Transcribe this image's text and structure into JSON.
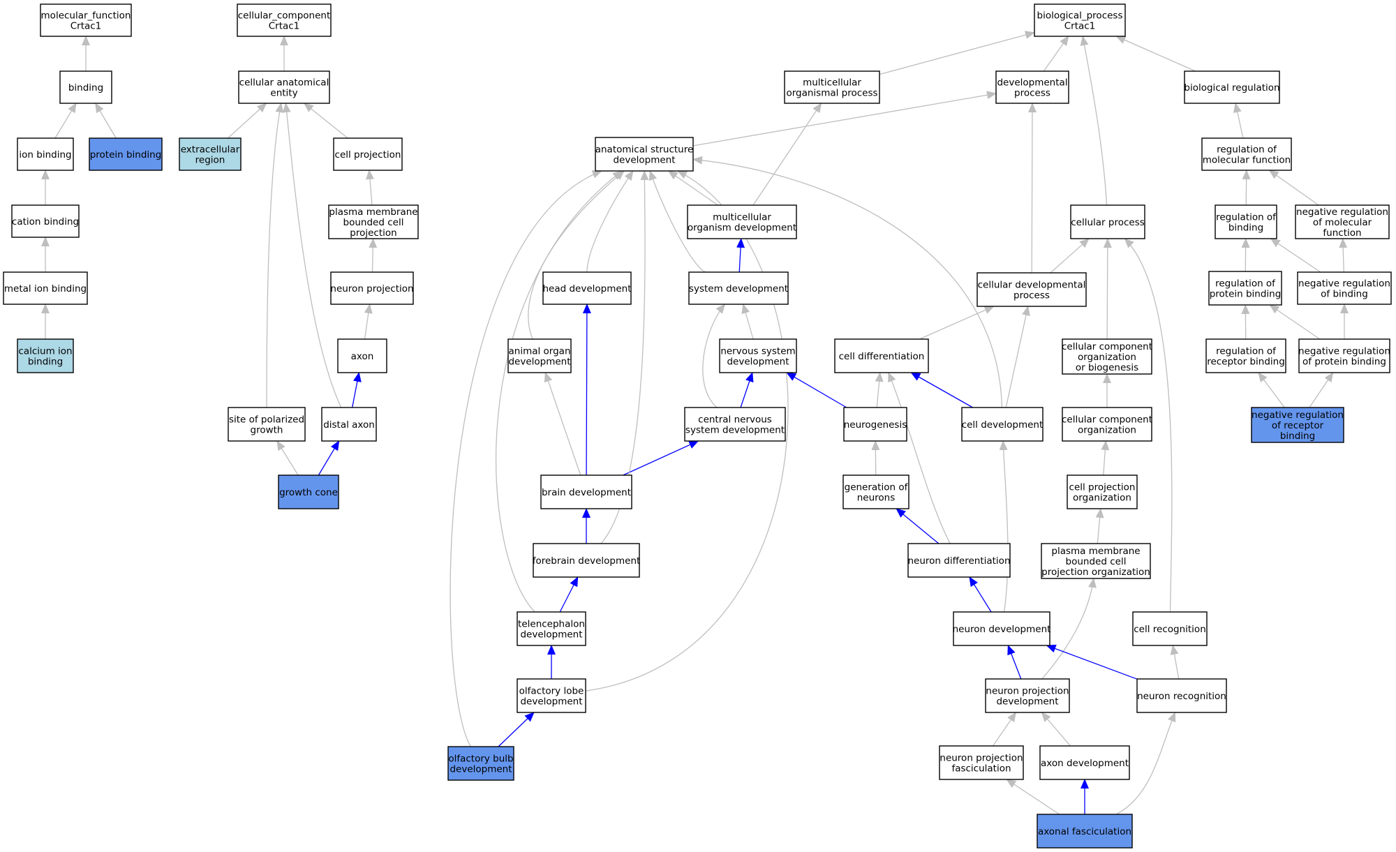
{
  "colors": {
    "plain": "#ffffff",
    "selected": "#6495ed",
    "related": "#add8e6",
    "edge_default": "#bebebe",
    "edge_highlight": "#0000ff"
  },
  "nodes": [
    {
      "id": "molecular_function",
      "lines": [
        "molecular_function",
        "Crtac1"
      ],
      "fill": "plain"
    },
    {
      "id": "binding",
      "lines": [
        "binding"
      ],
      "fill": "plain"
    },
    {
      "id": "ion_binding",
      "lines": [
        "ion binding"
      ],
      "fill": "plain"
    },
    {
      "id": "protein_binding",
      "lines": [
        "protein binding"
      ],
      "fill": "selected"
    },
    {
      "id": "cation_binding",
      "lines": [
        "cation binding"
      ],
      "fill": "plain"
    },
    {
      "id": "metal_ion_binding",
      "lines": [
        "metal ion binding"
      ],
      "fill": "plain"
    },
    {
      "id": "calcium_ion_binding",
      "lines": [
        "calcium ion",
        "binding"
      ],
      "fill": "related"
    },
    {
      "id": "cellular_component",
      "lines": [
        "cellular_component",
        "Crtac1"
      ],
      "fill": "plain"
    },
    {
      "id": "cellular_anatomical_entity",
      "lines": [
        "cellular anatomical",
        "entity"
      ],
      "fill": "plain"
    },
    {
      "id": "extracellular_region",
      "lines": [
        "extracellular",
        "region"
      ],
      "fill": "related"
    },
    {
      "id": "cell_projection",
      "lines": [
        "cell projection"
      ],
      "fill": "plain"
    },
    {
      "id": "pm_bounded_cell_projection",
      "lines": [
        "plasma membrane",
        "bounded cell",
        "projection"
      ],
      "fill": "plain"
    },
    {
      "id": "neuron_projection",
      "lines": [
        "neuron projection"
      ],
      "fill": "plain"
    },
    {
      "id": "axon",
      "lines": [
        "axon"
      ],
      "fill": "plain"
    },
    {
      "id": "site_of_polarized_growth",
      "lines": [
        "site of polarized",
        "growth"
      ],
      "fill": "plain"
    },
    {
      "id": "distal_axon",
      "lines": [
        "distal axon"
      ],
      "fill": "plain"
    },
    {
      "id": "growth_cone",
      "lines": [
        "growth cone"
      ],
      "fill": "selected"
    },
    {
      "id": "biological_process",
      "lines": [
        "biological_process",
        "Crtac1"
      ],
      "fill": "plain"
    },
    {
      "id": "multicellular_organismal_process",
      "lines": [
        "multicellular",
        "organismal process"
      ],
      "fill": "plain"
    },
    {
      "id": "developmental_process",
      "lines": [
        "developmental",
        "process"
      ],
      "fill": "plain"
    },
    {
      "id": "biological_regulation",
      "lines": [
        "biological regulation"
      ],
      "fill": "plain"
    },
    {
      "id": "anatomical_structure_development",
      "lines": [
        "anatomical structure",
        "development"
      ],
      "fill": "plain"
    },
    {
      "id": "regulation_of_molecular_function",
      "lines": [
        "regulation of",
        "molecular function"
      ],
      "fill": "plain"
    },
    {
      "id": "multicellular_organism_development",
      "lines": [
        "multicellular",
        "organism development"
      ],
      "fill": "plain"
    },
    {
      "id": "cellular_process",
      "lines": [
        "cellular process"
      ],
      "fill": "plain"
    },
    {
      "id": "regulation_of_binding",
      "lines": [
        "regulation of",
        "binding"
      ],
      "fill": "plain"
    },
    {
      "id": "negative_regulation_of_molecular_function",
      "lines": [
        "negative regulation",
        "of molecular",
        "function"
      ],
      "fill": "plain"
    },
    {
      "id": "head_development",
      "lines": [
        "head development"
      ],
      "fill": "plain"
    },
    {
      "id": "system_development",
      "lines": [
        "system development"
      ],
      "fill": "plain"
    },
    {
      "id": "cellular_developmental_process",
      "lines": [
        "cellular developmental",
        "process"
      ],
      "fill": "plain"
    },
    {
      "id": "regulation_of_protein_binding",
      "lines": [
        "regulation of",
        "protein binding"
      ],
      "fill": "plain"
    },
    {
      "id": "negative_regulation_of_binding",
      "lines": [
        "negative regulation",
        "of binding"
      ],
      "fill": "plain"
    },
    {
      "id": "animal_organ_development",
      "lines": [
        "animal organ",
        "development"
      ],
      "fill": "plain"
    },
    {
      "id": "nervous_system_development",
      "lines": [
        "nervous system",
        "development"
      ],
      "fill": "plain"
    },
    {
      "id": "cell_differentiation",
      "lines": [
        "cell differentiation"
      ],
      "fill": "plain"
    },
    {
      "id": "cellular_component_organization_or_biogenesis",
      "lines": [
        "cellular component",
        "organization",
        "or biogenesis"
      ],
      "fill": "plain"
    },
    {
      "id": "regulation_of_receptor_binding",
      "lines": [
        "regulation of",
        "receptor binding"
      ],
      "fill": "plain"
    },
    {
      "id": "negative_regulation_of_protein_binding",
      "lines": [
        "negative regulation",
        "of protein binding"
      ],
      "fill": "plain"
    },
    {
      "id": "central_nervous_system_development",
      "lines": [
        "central nervous",
        "system development"
      ],
      "fill": "plain"
    },
    {
      "id": "neurogenesis",
      "lines": [
        "neurogenesis"
      ],
      "fill": "plain"
    },
    {
      "id": "cell_development",
      "lines": [
        "cell development"
      ],
      "fill": "plain"
    },
    {
      "id": "cellular_component_organization",
      "lines": [
        "cellular component",
        "organization"
      ],
      "fill": "plain"
    },
    {
      "id": "negative_regulation_of_receptor_binding",
      "lines": [
        "negative regulation",
        "of receptor",
        "binding"
      ],
      "fill": "selected"
    },
    {
      "id": "brain_development",
      "lines": [
        "brain development"
      ],
      "fill": "plain"
    },
    {
      "id": "generation_of_neurons",
      "lines": [
        "generation of",
        "neurons"
      ],
      "fill": "plain"
    },
    {
      "id": "cell_projection_organization",
      "lines": [
        "cell projection",
        "organization"
      ],
      "fill": "plain"
    },
    {
      "id": "forebrain_development",
      "lines": [
        "forebrain development"
      ],
      "fill": "plain"
    },
    {
      "id": "neuron_differentiation",
      "lines": [
        "neuron differentiation"
      ],
      "fill": "plain"
    },
    {
      "id": "pm_bounded_cell_projection_organization",
      "lines": [
        "plasma membrane",
        "bounded cell",
        "projection organization"
      ],
      "fill": "plain"
    },
    {
      "id": "telencephalon_development",
      "lines": [
        "telencephalon",
        "development"
      ],
      "fill": "plain"
    },
    {
      "id": "neuron_development",
      "lines": [
        "neuron development"
      ],
      "fill": "plain"
    },
    {
      "id": "cell_recognition",
      "lines": [
        "cell recognition"
      ],
      "fill": "plain"
    },
    {
      "id": "olfactory_lobe_development",
      "lines": [
        "olfactory lobe",
        "development"
      ],
      "fill": "plain"
    },
    {
      "id": "neuron_projection_development",
      "lines": [
        "neuron projection",
        "development"
      ],
      "fill": "plain"
    },
    {
      "id": "neuron_recognition",
      "lines": [
        "neuron recognition"
      ],
      "fill": "plain"
    },
    {
      "id": "olfactory_bulb_development",
      "lines": [
        "olfactory bulb",
        "development"
      ],
      "fill": "selected"
    },
    {
      "id": "neuron_projection_fasciculation",
      "lines": [
        "neuron projection",
        "fasciculation"
      ],
      "fill": "plain"
    },
    {
      "id": "axon_development",
      "lines": [
        "axon development"
      ],
      "fill": "plain"
    },
    {
      "id": "axonal_fasciculation",
      "lines": [
        "axonal fasciculation"
      ],
      "fill": "selected"
    }
  ],
  "edges": [
    {
      "from": "binding",
      "to": "molecular_function",
      "highlight": false
    },
    {
      "from": "ion_binding",
      "to": "binding",
      "highlight": false
    },
    {
      "from": "protein_binding",
      "to": "binding",
      "highlight": false
    },
    {
      "from": "cation_binding",
      "to": "ion_binding",
      "highlight": false
    },
    {
      "from": "metal_ion_binding",
      "to": "cation_binding",
      "highlight": false
    },
    {
      "from": "calcium_ion_binding",
      "to": "metal_ion_binding",
      "highlight": false
    },
    {
      "from": "cellular_anatomical_entity",
      "to": "cellular_component",
      "highlight": false
    },
    {
      "from": "extracellular_region",
      "to": "cellular_anatomical_entity",
      "highlight": false
    },
    {
      "from": "cell_projection",
      "to": "cellular_anatomical_entity",
      "highlight": false
    },
    {
      "from": "pm_bounded_cell_projection",
      "to": "cell_projection",
      "highlight": false
    },
    {
      "from": "neuron_projection",
      "to": "pm_bounded_cell_projection",
      "highlight": false
    },
    {
      "from": "axon",
      "to": "neuron_projection",
      "highlight": false
    },
    {
      "from": "distal_axon",
      "to": "axon",
      "highlight": true
    },
    {
      "from": "site_of_polarized_growth",
      "to": "cellular_anatomical_entity",
      "highlight": false
    },
    {
      "from": "distal_axon",
      "to": "cellular_anatomical_entity",
      "highlight": false
    },
    {
      "from": "growth_cone",
      "to": "site_of_polarized_growth",
      "highlight": false
    },
    {
      "from": "growth_cone",
      "to": "distal_axon",
      "highlight": true
    },
    {
      "from": "multicellular_organismal_process",
      "to": "biological_process",
      "highlight": false
    },
    {
      "from": "developmental_process",
      "to": "biological_process",
      "highlight": false
    },
    {
      "from": "biological_regulation",
      "to": "biological_process",
      "highlight": false
    },
    {
      "from": "cellular_process",
      "to": "biological_process",
      "highlight": false
    },
    {
      "from": "anatomical_structure_development",
      "to": "developmental_process",
      "highlight": false
    },
    {
      "from": "regulation_of_molecular_function",
      "to": "biological_regulation",
      "highlight": false
    },
    {
      "from": "multicellular_organism_development",
      "to": "multicellular_organismal_process",
      "highlight": false
    },
    {
      "from": "multicellular_organism_development",
      "to": "anatomical_structure_development",
      "highlight": false
    },
    {
      "from": "regulation_of_binding",
      "to": "regulation_of_molecular_function",
      "highlight": false
    },
    {
      "from": "negative_regulation_of_molecular_function",
      "to": "regulation_of_molecular_function",
      "highlight": false
    },
    {
      "from": "head_development",
      "to": "anatomical_structure_development",
      "highlight": false
    },
    {
      "from": "system_development",
      "to": "multicellular_organism_development",
      "highlight": true
    },
    {
      "from": "system_development",
      "to": "anatomical_structure_development",
      "highlight": false
    },
    {
      "from": "cellular_developmental_process",
      "to": "developmental_process",
      "highlight": false
    },
    {
      "from": "cellular_developmental_process",
      "to": "cellular_process",
      "highlight": false
    },
    {
      "from": "regulation_of_protein_binding",
      "to": "regulation_of_binding",
      "highlight": false
    },
    {
      "from": "negative_regulation_of_binding",
      "to": "regulation_of_binding",
      "highlight": false
    },
    {
      "from": "negative_regulation_of_binding",
      "to": "negative_regulation_of_molecular_function",
      "highlight": false
    },
    {
      "from": "animal_organ_development",
      "to": "anatomical_structure_development",
      "highlight": false
    },
    {
      "from": "nervous_system_development",
      "to": "system_development",
      "highlight": false
    },
    {
      "from": "cell_differentiation",
      "to": "cellular_developmental_process",
      "highlight": false
    },
    {
      "from": "cellular_component_organization_or_biogenesis",
      "to": "cellular_process",
      "highlight": false
    },
    {
      "from": "regulation_of_receptor_binding",
      "to": "regulation_of_protein_binding",
      "highlight": false
    },
    {
      "from": "negative_regulation_of_protein_binding",
      "to": "regulation_of_protein_binding",
      "highlight": false
    },
    {
      "from": "negative_regulation_of_protein_binding",
      "to": "negative_regulation_of_binding",
      "highlight": false
    },
    {
      "from": "central_nervous_system_development",
      "to": "nervous_system_development",
      "highlight": true
    },
    {
      "from": "central_nervous_system_development",
      "to": "system_development",
      "highlight": false
    },
    {
      "from": "neurogenesis",
      "to": "nervous_system_development",
      "highlight": true
    },
    {
      "from": "neurogenesis",
      "to": "cell_differentiation",
      "highlight": false
    },
    {
      "from": "cell_development",
      "to": "cell_differentiation",
      "highlight": true
    },
    {
      "from": "cell_development",
      "to": "cellular_developmental_process",
      "highlight": false
    },
    {
      "from": "cell_development",
      "to": "anatomical_structure_development",
      "highlight": false
    },
    {
      "from": "cellular_component_organization",
      "to": "cellular_component_organization_or_biogenesis",
      "highlight": false
    },
    {
      "from": "negative_regulation_of_receptor_binding",
      "to": "regulation_of_receptor_binding",
      "highlight": false
    },
    {
      "from": "negative_regulation_of_receptor_binding",
      "to": "negative_regulation_of_protein_binding",
      "highlight": false
    },
    {
      "from": "brain_development",
      "to": "head_development",
      "highlight": true
    },
    {
      "from": "brain_development",
      "to": "central_nervous_system_development",
      "highlight": true
    },
    {
      "from": "brain_development",
      "to": "animal_organ_development",
      "highlight": false
    },
    {
      "from": "generation_of_neurons",
      "to": "neurogenesis",
      "highlight": false
    },
    {
      "from": "cell_projection_organization",
      "to": "cellular_component_organization",
      "highlight": false
    },
    {
      "from": "forebrain_development",
      "to": "brain_development",
      "highlight": true
    },
    {
      "from": "forebrain_development",
      "to": "anatomical_structure_development",
      "highlight": false
    },
    {
      "from": "neuron_differentiation",
      "to": "generation_of_neurons",
      "highlight": true
    },
    {
      "from": "neuron_differentiation",
      "to": "cell_differentiation",
      "highlight": false
    },
    {
      "from": "pm_bounded_cell_projection_organization",
      "to": "cell_projection_organization",
      "highlight": false
    },
    {
      "from": "telencephalon_development",
      "to": "forebrain_development",
      "highlight": true
    },
    {
      "from": "telencephalon_development",
      "to": "anatomical_structure_development",
      "highlight": false
    },
    {
      "from": "neuron_development",
      "to": "neuron_differentiation",
      "highlight": true
    },
    {
      "from": "neuron_development",
      "to": "cell_development",
      "highlight": false
    },
    {
      "from": "cell_recognition",
      "to": "cellular_process",
      "highlight": false
    },
    {
      "from": "olfactory_lobe_development",
      "to": "telencephalon_development",
      "highlight": true
    },
    {
      "from": "olfactory_lobe_development",
      "to": "anatomical_structure_development",
      "highlight": false
    },
    {
      "from": "neuron_projection_development",
      "to": "neuron_development",
      "highlight": true
    },
    {
      "from": "neuron_projection_development",
      "to": "pm_bounded_cell_projection_organization",
      "highlight": false
    },
    {
      "from": "neuron_recognition",
      "to": "neuron_development",
      "highlight": true
    },
    {
      "from": "neuron_recognition",
      "to": "cell_recognition",
      "highlight": false
    },
    {
      "from": "olfactory_bulb_development",
      "to": "olfactory_lobe_development",
      "highlight": true
    },
    {
      "from": "olfactory_bulb_development",
      "to": "anatomical_structure_development",
      "highlight": false
    },
    {
      "from": "neuron_projection_fasciculation",
      "to": "neuron_projection_development",
      "highlight": false
    },
    {
      "from": "axon_development",
      "to": "neuron_projection_development",
      "highlight": false
    },
    {
      "from": "axonal_fasciculation",
      "to": "axon_development",
      "highlight": true
    },
    {
      "from": "axonal_fasciculation",
      "to": "neuron_projection_fasciculation",
      "highlight": false
    },
    {
      "from": "axonal_fasciculation",
      "to": "neuron_recognition",
      "highlight": false
    }
  ]
}
